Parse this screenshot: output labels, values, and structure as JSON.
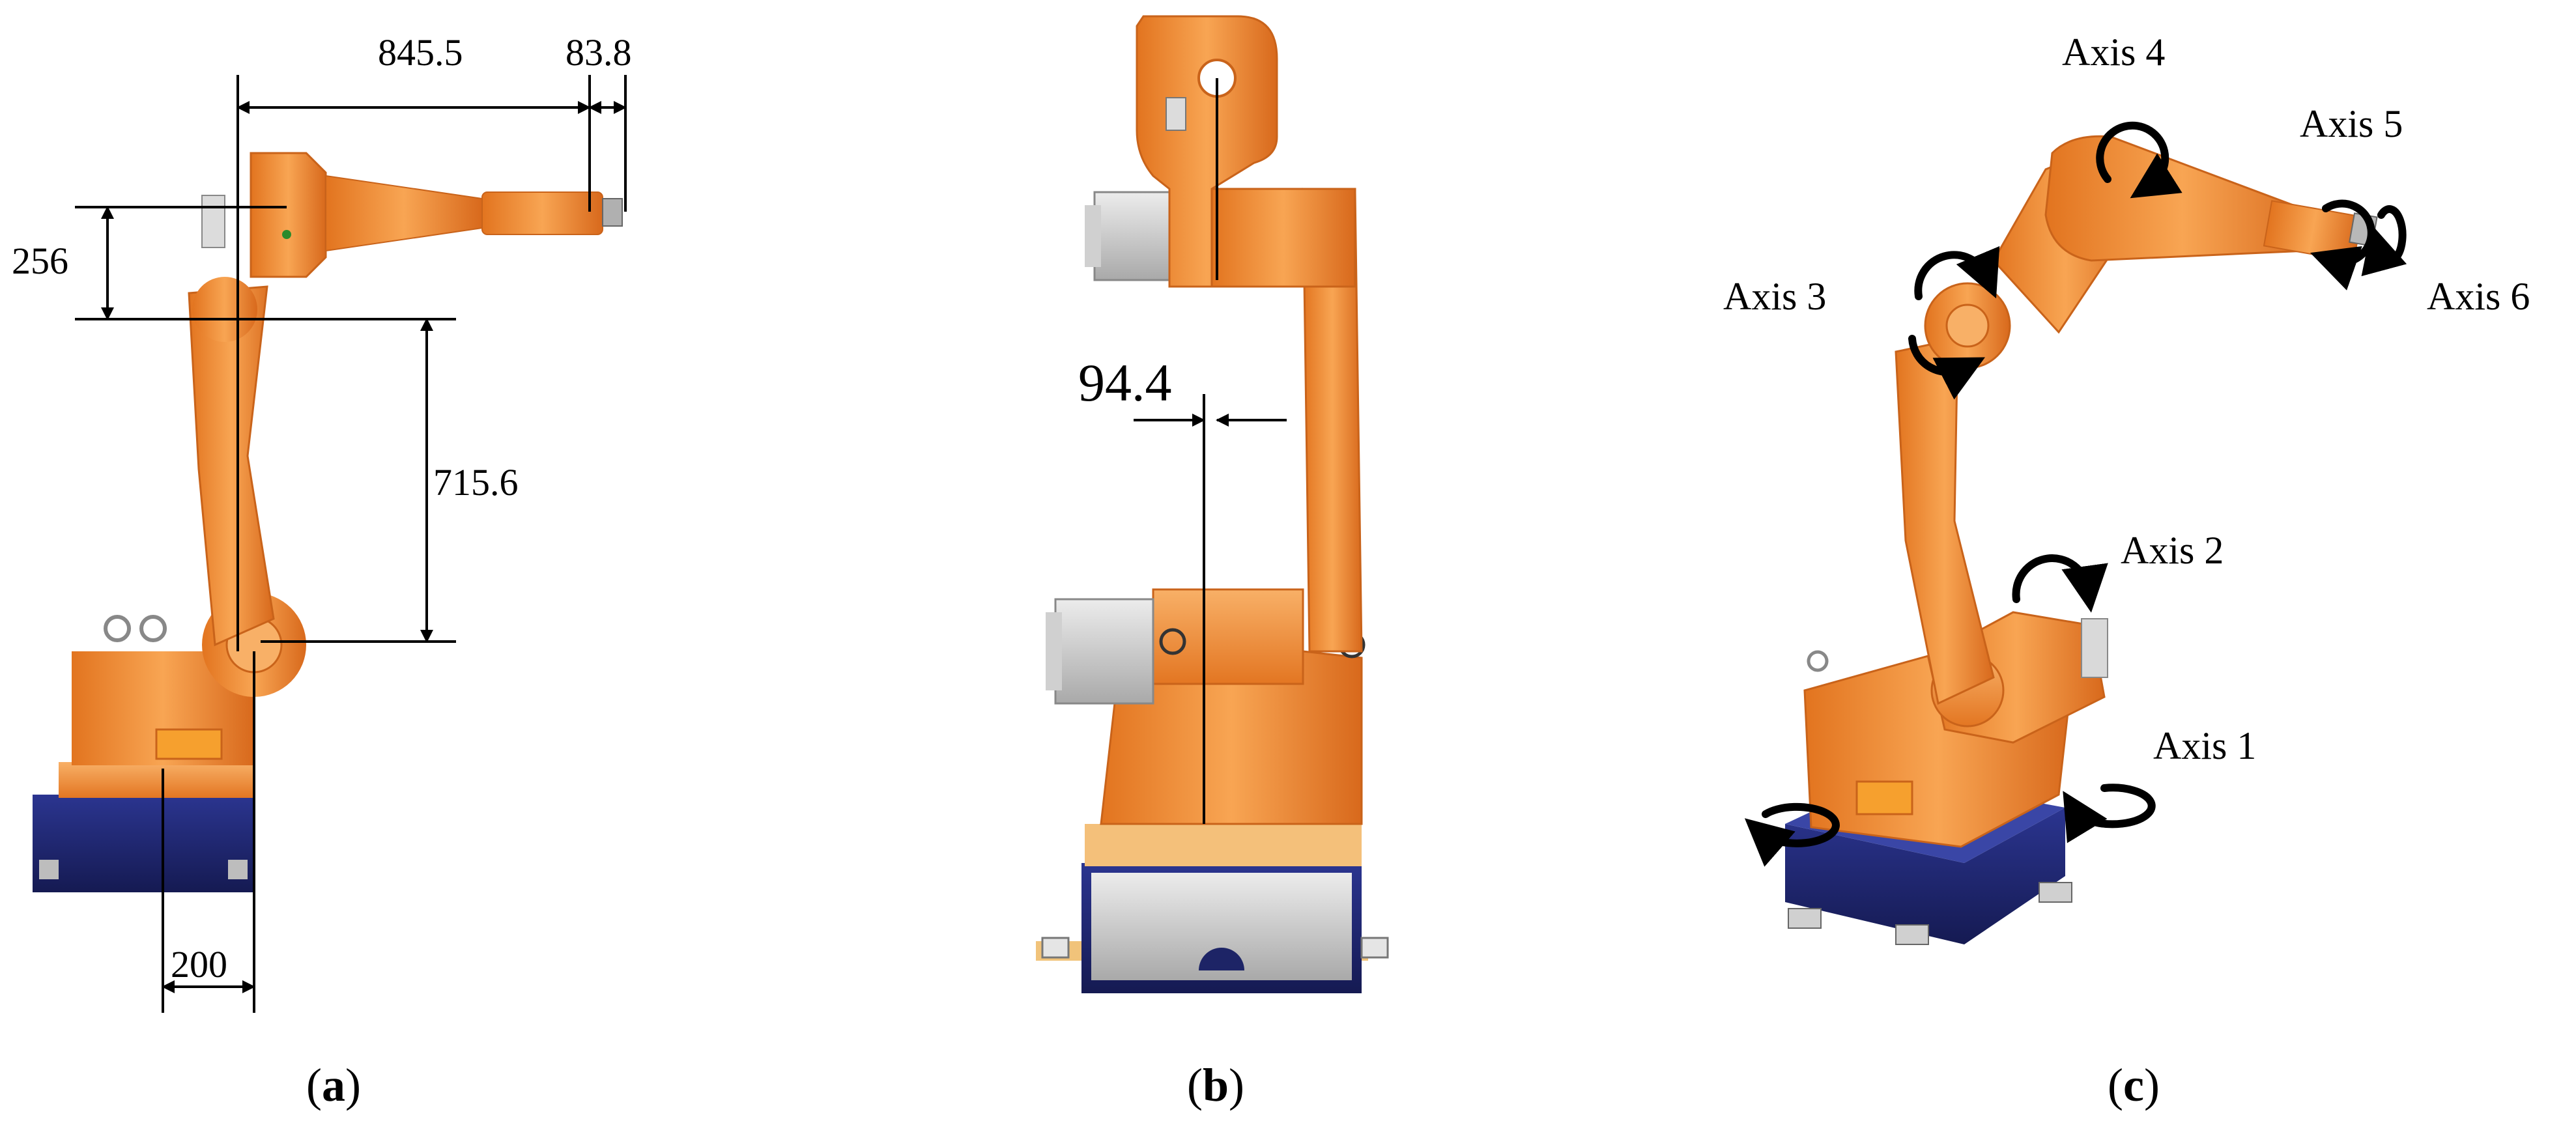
{
  "panels": {
    "a": {
      "caption_open": "(",
      "caption_letter": "a",
      "caption_close": ")",
      "dims": {
        "reach": "845.5",
        "wrist": "83.8",
        "offset_vertical": "256",
        "upper_arm": "715.6",
        "base_offset": "200"
      }
    },
    "b": {
      "caption_open": "(",
      "caption_letter": "b",
      "caption_close": ")",
      "dims": {
        "lateral_offset": "94.4"
      }
    },
    "c": {
      "caption_open": "(",
      "caption_letter": "c",
      "caption_close": ")",
      "axes": [
        "Axis 1",
        "Axis 2",
        "Axis 3",
        "Axis 4",
        "Axis 5",
        "Axis 6"
      ]
    }
  },
  "colors": {
    "robot_orange": "#f28a2c",
    "robot_orange_dark": "#c9631a",
    "robot_orange_light": "#f8b067",
    "base_navy": "#1d2466",
    "motor_grey": "#c8c8c8"
  }
}
